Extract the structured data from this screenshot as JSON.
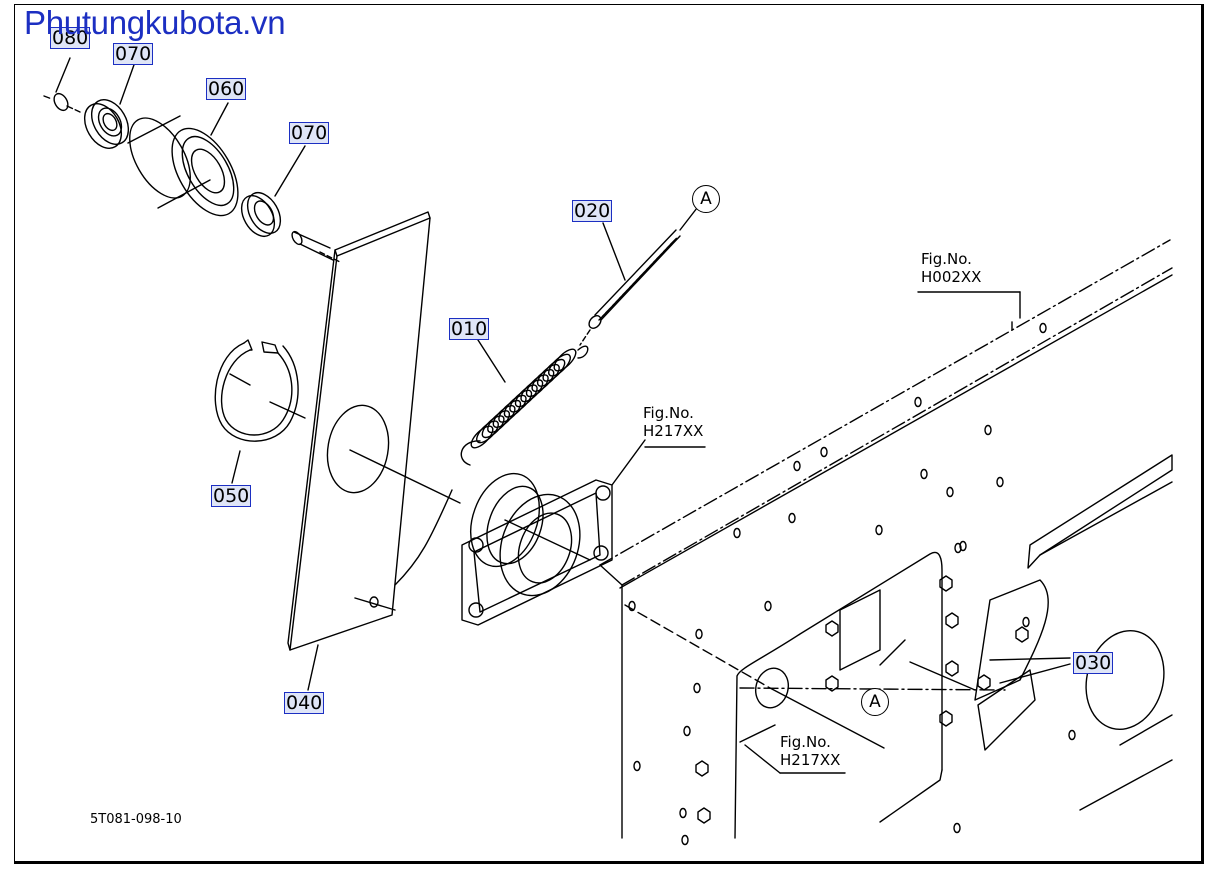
{
  "watermark": "Phutungkubota.vn",
  "drawing_code": "5T081-098-10",
  "parts": [
    {
      "id": "080",
      "label": "080"
    },
    {
      "id": "070a",
      "label": "070"
    },
    {
      "id": "060",
      "label": "060"
    },
    {
      "id": "070b",
      "label": "070"
    },
    {
      "id": "020",
      "label": "020"
    },
    {
      "id": "010",
      "label": "010"
    },
    {
      "id": "050",
      "label": "050"
    },
    {
      "id": "040",
      "label": "040"
    },
    {
      "id": "030",
      "label": "030"
    }
  ],
  "figure_refs": [
    {
      "id": "h002",
      "line1": "Fig.No.",
      "line2": "H002XX"
    },
    {
      "id": "h217a",
      "line1": "Fig.No.",
      "line2": "H217XX"
    },
    {
      "id": "h217b",
      "line1": "Fig.No.",
      "line2": "H217XX"
    }
  ],
  "callouts": [
    {
      "id": "a1",
      "letter": "A"
    },
    {
      "id": "a2",
      "letter": "A"
    }
  ]
}
